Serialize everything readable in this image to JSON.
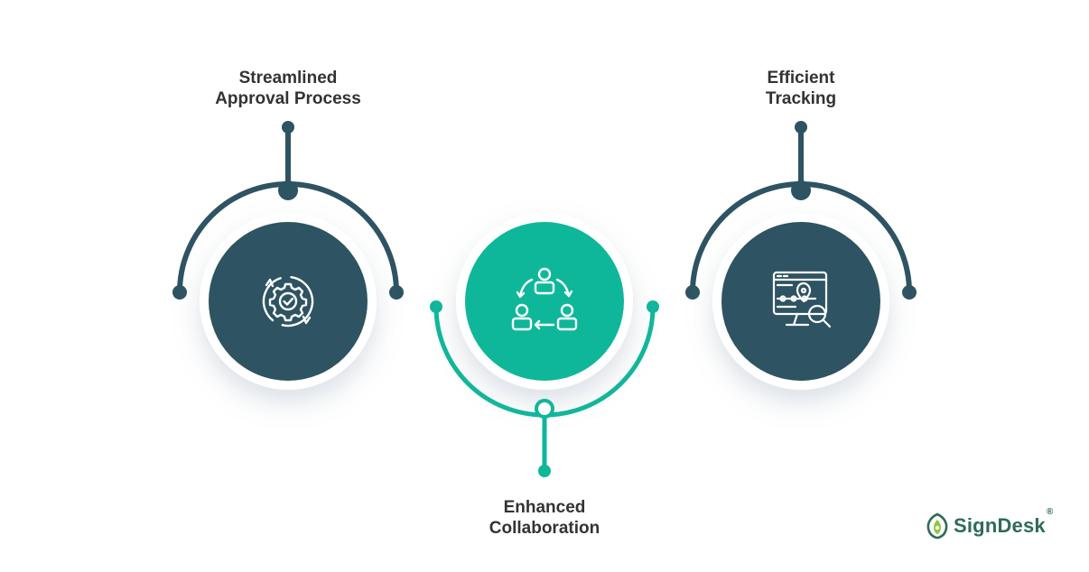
{
  "colors": {
    "dark": "#2e5362",
    "teal": "#0fb79a",
    "label": "#333333",
    "brand": "#2e6b5a",
    "brand_accent": "#8cc63f"
  },
  "stages": [
    {
      "label_line1": "Streamlined",
      "label_line2": "Approval Process",
      "icon": "gear-check-icon"
    },
    {
      "label_line1": "Enhanced",
      "label_line2": "Collaboration",
      "icon": "team-cycle-icon"
    },
    {
      "label_line1": "Efficient",
      "label_line2": "Tracking",
      "icon": "monitor-tracking-icon"
    }
  ],
  "brand": {
    "name": "SignDesk",
    "reg": "®",
    "icon": "signdesk-logo-icon"
  }
}
